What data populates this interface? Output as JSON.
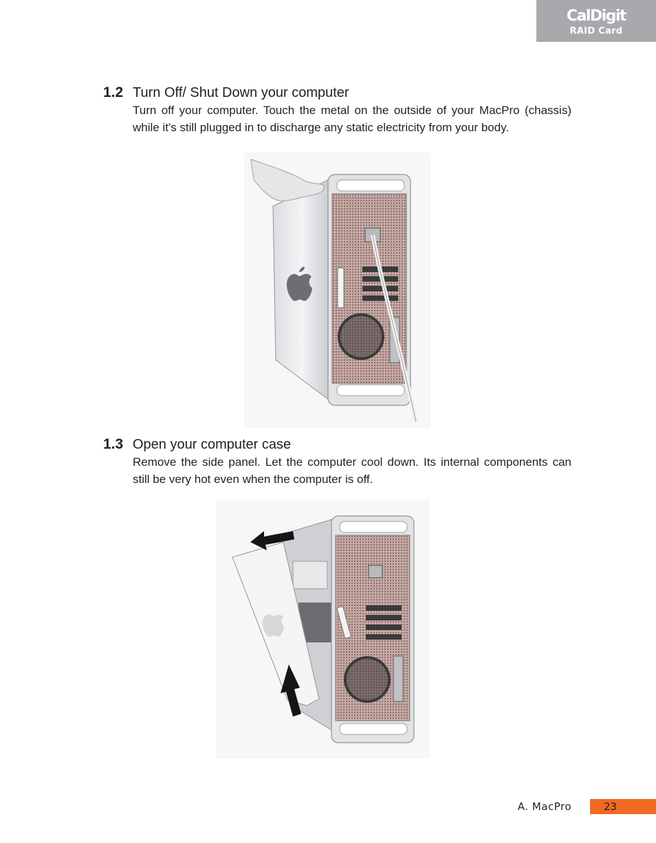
{
  "header": {
    "brand": "CalDigit",
    "product": "RAID Card",
    "accent_color": "#a7a9ac"
  },
  "sections": [
    {
      "number": "1.2",
      "title": "Turn Off/ Shut Down your computer",
      "body": "Turn off your computer. Touch the metal on the outside of your MacPro (chassis) while it's still plugged in to discharge any static electricity from your body."
    },
    {
      "number": "1.3",
      "title": "Open your computer case",
      "body": "Remove the side panel. Let the computer cool down. Its internal components can still be very hot even when the computer is off."
    }
  ],
  "figures": [
    {
      "name": "mac-pro-touch-chassis-illustration"
    },
    {
      "name": "mac-pro-side-panel-removal-illustration"
    }
  ],
  "footer": {
    "label": "A. MacPro",
    "page": "23",
    "accent_color": "#f06a22"
  }
}
